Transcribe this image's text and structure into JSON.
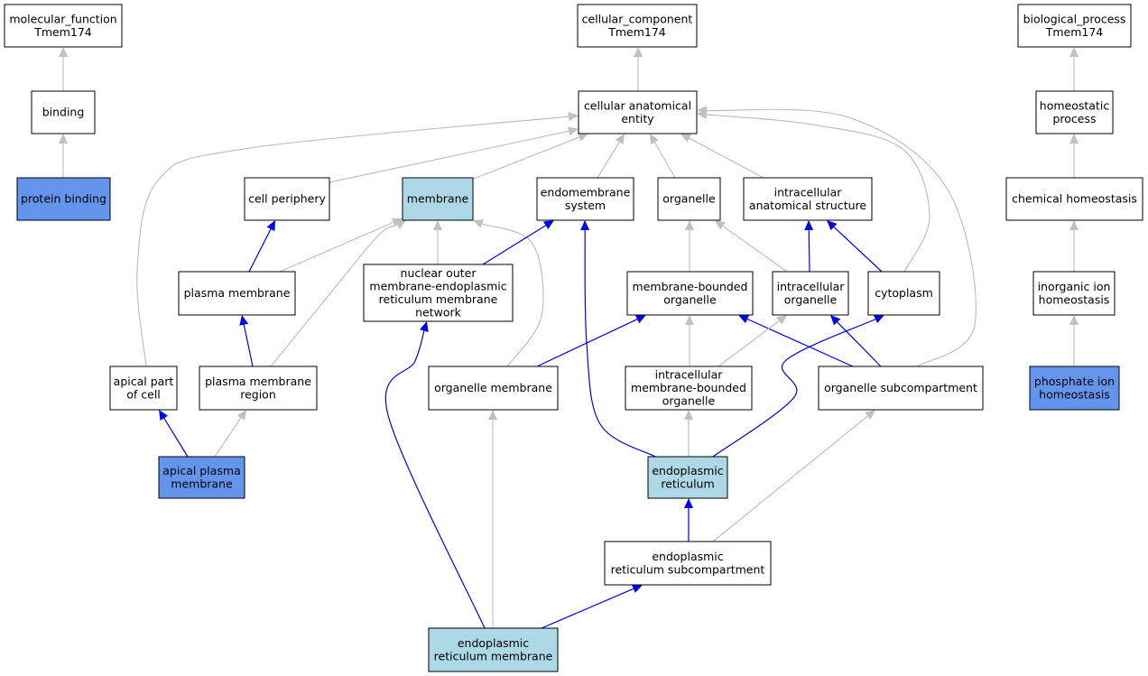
{
  "colors": {
    "node_default": "#ffffff",
    "node_light": "#add8e6",
    "node_annotated": "#6495ed",
    "edge_is_a": "#c0c0c0",
    "edge_part_of": "#0000ee"
  },
  "nodes": [
    {
      "id": "mf_root",
      "lines": [
        "molecular_function",
        "Tmem174"
      ],
      "fill": "node_default"
    },
    {
      "id": "cc_root",
      "lines": [
        "cellular_component",
        "Tmem174"
      ],
      "fill": "node_default"
    },
    {
      "id": "bp_root",
      "lines": [
        "biological_process",
        "Tmem174"
      ],
      "fill": "node_default"
    },
    {
      "id": "binding",
      "lines": [
        "binding"
      ],
      "fill": "node_default"
    },
    {
      "id": "protein_binding",
      "lines": [
        "protein binding"
      ],
      "fill": "node_annotated"
    },
    {
      "id": "cae",
      "lines": [
        "cellular anatomical",
        "entity"
      ],
      "fill": "node_default"
    },
    {
      "id": "homeostatic_process",
      "lines": [
        "homeostatic",
        "process"
      ],
      "fill": "node_default"
    },
    {
      "id": "cell_periphery",
      "lines": [
        "cell periphery"
      ],
      "fill": "node_default"
    },
    {
      "id": "membrane",
      "lines": [
        "membrane"
      ],
      "fill": "node_light"
    },
    {
      "id": "endomembrane_system",
      "lines": [
        "endomembrane",
        "system"
      ],
      "fill": "node_default"
    },
    {
      "id": "organelle",
      "lines": [
        "organelle"
      ],
      "fill": "node_default"
    },
    {
      "id": "ias",
      "lines": [
        "intracellular",
        "anatomical structure"
      ],
      "fill": "node_default"
    },
    {
      "id": "chemical_homeostasis",
      "lines": [
        "chemical homeostasis"
      ],
      "fill": "node_default"
    },
    {
      "id": "plasma_membrane",
      "lines": [
        "plasma membrane"
      ],
      "fill": "node_default"
    },
    {
      "id": "nuclear_outer",
      "lines": [
        "nuclear outer",
        "membrane-endoplasmic",
        "reticulum membrane",
        "network"
      ],
      "fill": "node_default"
    },
    {
      "id": "mbo",
      "lines": [
        "membrane-bounded",
        "organelle"
      ],
      "fill": "node_default"
    },
    {
      "id": "intracellular_organelle",
      "lines": [
        "intracellular",
        "organelle"
      ],
      "fill": "node_default"
    },
    {
      "id": "cytoplasm",
      "lines": [
        "cytoplasm"
      ],
      "fill": "node_default"
    },
    {
      "id": "iih",
      "lines": [
        "inorganic ion",
        "homeostasis"
      ],
      "fill": "node_default"
    },
    {
      "id": "apical_part",
      "lines": [
        "apical part",
        "of cell"
      ],
      "fill": "node_default"
    },
    {
      "id": "pm_region",
      "lines": [
        "plasma membrane",
        "region"
      ],
      "fill": "node_default"
    },
    {
      "id": "organelle_membrane",
      "lines": [
        "organelle membrane"
      ],
      "fill": "node_default"
    },
    {
      "id": "imbo",
      "lines": [
        "intracellular",
        "membrane-bounded",
        "organelle"
      ],
      "fill": "node_default"
    },
    {
      "id": "organelle_subcompartment",
      "lines": [
        "organelle subcompartment"
      ],
      "fill": "node_default"
    },
    {
      "id": "phosphate_ion",
      "lines": [
        "phosphate ion",
        "homeostasis"
      ],
      "fill": "node_annotated"
    },
    {
      "id": "apical_pm",
      "lines": [
        "apical plasma",
        "membrane"
      ],
      "fill": "node_annotated"
    },
    {
      "id": "er",
      "lines": [
        "endoplasmic",
        "reticulum"
      ],
      "fill": "node_light"
    },
    {
      "id": "er_sub",
      "lines": [
        "endoplasmic",
        "reticulum subcompartment"
      ],
      "fill": "node_default"
    },
    {
      "id": "er_membrane",
      "lines": [
        "endoplasmic",
        "reticulum membrane"
      ],
      "fill": "node_light"
    }
  ],
  "edges": [
    {
      "from": "binding",
      "to": "mf_root",
      "type": "edge_is_a"
    },
    {
      "from": "protein_binding",
      "to": "binding",
      "type": "edge_is_a"
    },
    {
      "from": "cae",
      "to": "cc_root",
      "type": "edge_is_a"
    },
    {
      "from": "homeostatic_process",
      "to": "bp_root",
      "type": "edge_is_a"
    },
    {
      "from": "chemical_homeostasis",
      "to": "homeostatic_process",
      "type": "edge_is_a"
    },
    {
      "from": "iih",
      "to": "chemical_homeostasis",
      "type": "edge_is_a"
    },
    {
      "from": "phosphate_ion",
      "to": "iih",
      "type": "edge_is_a"
    },
    {
      "from": "cell_periphery",
      "to": "cae",
      "type": "edge_is_a"
    },
    {
      "from": "membrane",
      "to": "cae",
      "type": "edge_is_a"
    },
    {
      "from": "endomembrane_system",
      "to": "cae",
      "type": "edge_is_a"
    },
    {
      "from": "organelle",
      "to": "cae",
      "type": "edge_is_a"
    },
    {
      "from": "ias",
      "to": "cae",
      "type": "edge_is_a"
    },
    {
      "from": "apical_part",
      "to": "cae",
      "type": "edge_is_a"
    },
    {
      "from": "cytoplasm",
      "to": "cae",
      "type": "edge_is_a"
    },
    {
      "from": "organelle_subcompartment",
      "to": "cae",
      "type": "edge_is_a"
    },
    {
      "from": "plasma_membrane",
      "to": "cell_periphery",
      "type": "edge_part_of"
    },
    {
      "from": "plasma_membrane",
      "to": "membrane",
      "type": "edge_is_a"
    },
    {
      "from": "pm_region",
      "to": "membrane",
      "type": "edge_is_a"
    },
    {
      "from": "nuclear_outer",
      "to": "membrane",
      "type": "edge_is_a"
    },
    {
      "from": "organelle_membrane",
      "to": "membrane",
      "type": "edge_is_a"
    },
    {
      "from": "nuclear_outer",
      "to": "endomembrane_system",
      "type": "edge_part_of"
    },
    {
      "from": "er",
      "to": "endomembrane_system",
      "type": "edge_part_of"
    },
    {
      "from": "mbo",
      "to": "organelle",
      "type": "edge_is_a"
    },
    {
      "from": "intracellular_organelle",
      "to": "organelle",
      "type": "edge_is_a"
    },
    {
      "from": "intracellular_organelle",
      "to": "ias",
      "type": "edge_part_of"
    },
    {
      "from": "cytoplasm",
      "to": "ias",
      "type": "edge_part_of"
    },
    {
      "from": "pm_region",
      "to": "plasma_membrane",
      "type": "edge_part_of"
    },
    {
      "from": "organelle_membrane",
      "to": "mbo",
      "type": "edge_part_of"
    },
    {
      "from": "imbo",
      "to": "mbo",
      "type": "edge_is_a"
    },
    {
      "from": "organelle_subcompartment",
      "to": "mbo",
      "type": "edge_part_of"
    },
    {
      "from": "imbo",
      "to": "intracellular_organelle",
      "type": "edge_is_a"
    },
    {
      "from": "organelle_subcompartment",
      "to": "intracellular_organelle",
      "type": "edge_part_of"
    },
    {
      "from": "er",
      "to": "cytoplasm",
      "type": "edge_part_of"
    },
    {
      "from": "apical_pm",
      "to": "apical_part",
      "type": "edge_part_of"
    },
    {
      "from": "apical_pm",
      "to": "pm_region",
      "type": "edge_is_a"
    },
    {
      "from": "er",
      "to": "imbo",
      "type": "edge_is_a"
    },
    {
      "from": "er_sub",
      "to": "er",
      "type": "edge_part_of"
    },
    {
      "from": "er_sub",
      "to": "organelle_subcompartment",
      "type": "edge_is_a"
    },
    {
      "from": "er_membrane",
      "to": "nuclear_outer",
      "type": "edge_part_of"
    },
    {
      "from": "er_membrane",
      "to": "organelle_membrane",
      "type": "edge_is_a"
    },
    {
      "from": "er_membrane",
      "to": "er_sub",
      "type": "edge_part_of"
    }
  ]
}
